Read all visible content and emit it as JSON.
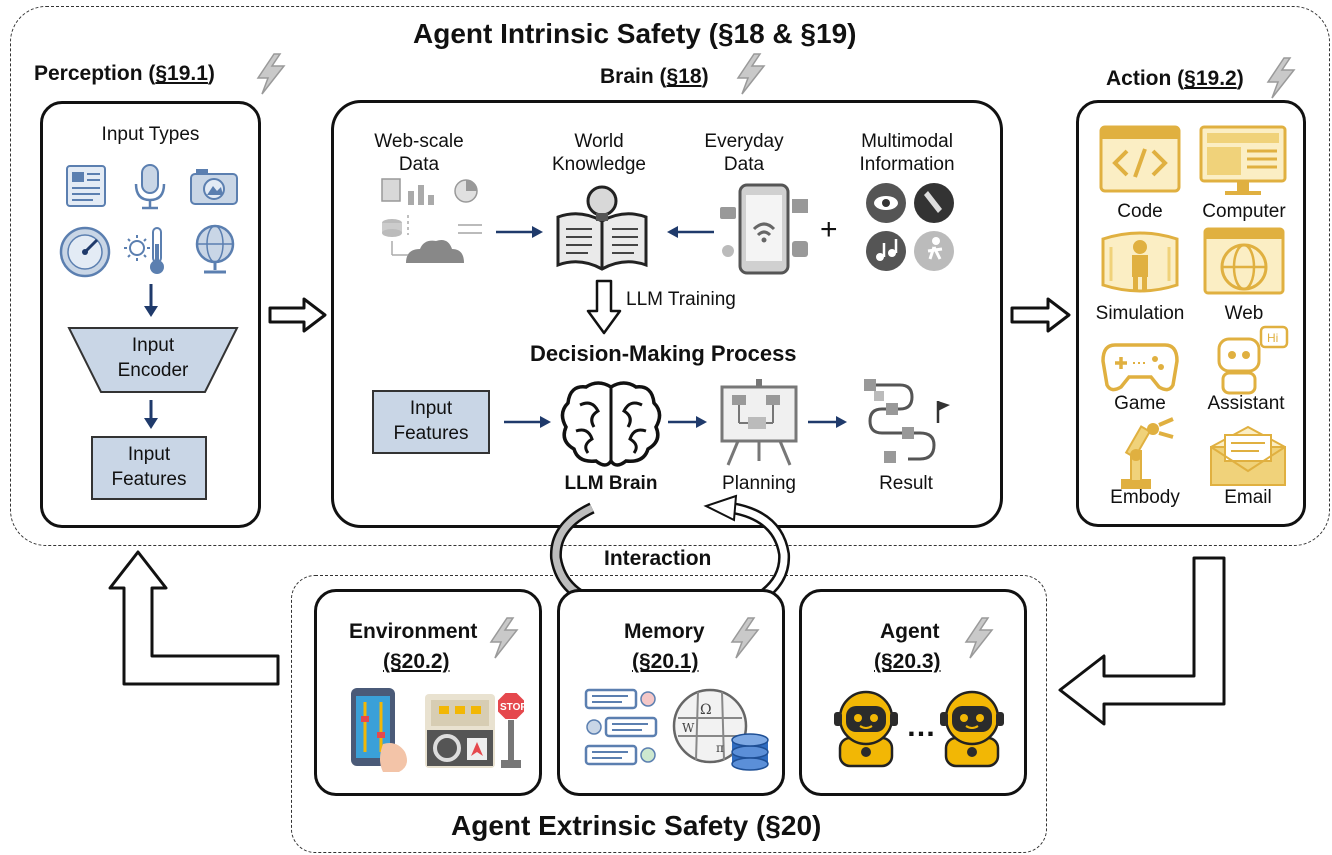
{
  "intrinsic": {
    "title": "Agent Intrinsic Safety (§18 & §19)"
  },
  "extrinsic": {
    "title": "Agent Extrinsic Safety (§20)"
  },
  "perception": {
    "title": "Perception (",
    "ref": "§19.1",
    "close": ")",
    "input_types": "Input Types",
    "encoder_line1": "Input",
    "encoder_line2": "Encoder",
    "features_line1": "Input",
    "features_line2": "Features"
  },
  "brain": {
    "title": "Brain (",
    "ref": "§18",
    "close": ")",
    "web_scale_line1": "Web-scale",
    "web_scale_line2": "Data",
    "world_knowledge_line1": "World",
    "world_knowledge_line2": "Knowledge",
    "everyday_line1": "Everyday",
    "everyday_line2": "Data",
    "multimodal_line1": "Multimodal",
    "multimodal_line2": "Information",
    "plus": "+",
    "llm_training": "LLM Training",
    "decision_making": "Decision-Making Process",
    "input_features_line1": "Input",
    "input_features_line2": "Features",
    "llm_brain": "LLM Brain",
    "planning": "Planning",
    "result": "Result"
  },
  "action": {
    "title": "Action (",
    "ref": "§19.2",
    "close": ")",
    "items": [
      "Code",
      "Computer",
      "Simulation",
      "Web",
      "Game",
      "Assistant",
      "Embody",
      "Email"
    ]
  },
  "interaction": "Interaction",
  "environment": {
    "title": "Environment",
    "ref": "(§20.2)"
  },
  "memory": {
    "title": "Memory",
    "ref": "(§20.1)"
  },
  "agent": {
    "title": "Agent",
    "ref": "(§20.3)",
    "ellipsis": "…"
  },
  "colors": {
    "blue_icon": "#5b7fb0",
    "blue_fill": "#c9d6e6",
    "gold": "#e0b040",
    "gray": "#888888",
    "navy_arrow": "#1f3a6b",
    "robot": "#f2b705"
  }
}
